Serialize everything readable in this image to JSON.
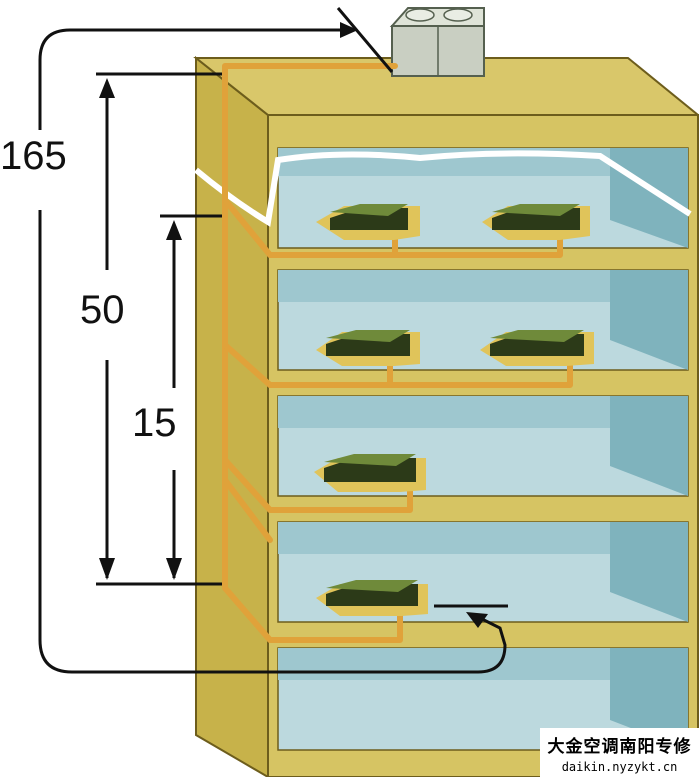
{
  "labels": {
    "total_height": "165",
    "mid_height": "50",
    "low_height": "15"
  },
  "watermark": {
    "title": "大金空调南阳专修",
    "url": "daikin.nyzykt.cn"
  },
  "icons": {
    "outdoor_unit": "outdoor-unit-icon",
    "indoor_unit": "indoor-unit-icon"
  },
  "colors": {
    "building_side": "#c7b24a",
    "building_roof": "#d9c76a",
    "room_wall": "#9ec7cf",
    "room_floor": "#bcd9de",
    "pipe": "#e0a23a",
    "unit_top": "#c9a84a",
    "unit_side": "#2c3a18",
    "arrow": "#111111"
  }
}
